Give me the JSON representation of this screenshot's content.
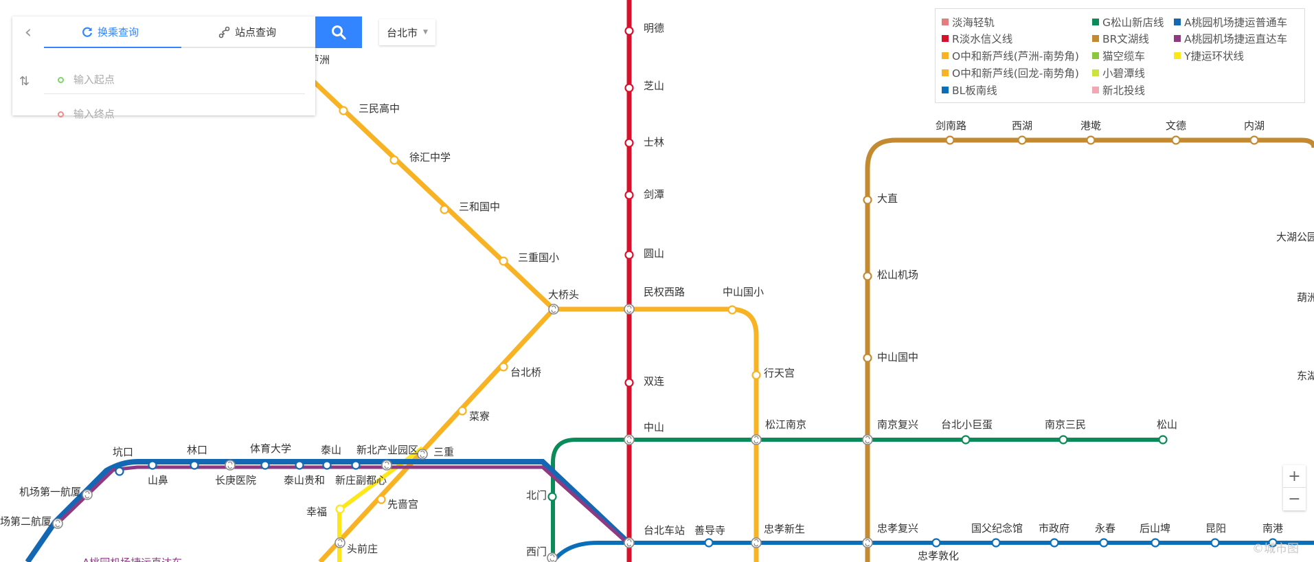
{
  "search": {
    "tab_transfer": "换乘查询",
    "tab_station": "站点查询",
    "start_placeholder": "输入起点",
    "end_placeholder": "输入终点"
  },
  "city": "台北市",
  "legend": [
    {
      "name": "淡海轻轨",
      "color": "#e27d7d"
    },
    {
      "name": "G松山新店线",
      "color": "#0b8a5a"
    },
    {
      "name": "A桃园机场捷运普通车",
      "color": "#1468b3"
    },
    {
      "name": "R淡水信义线",
      "color": "#d8102b"
    },
    {
      "name": "BR文湖线",
      "color": "#c48a32"
    },
    {
      "name": "A桃园机场捷运直达车",
      "color": "#8e3a82"
    },
    {
      "name": "O中和新芦线(芦洲-南势角)",
      "color": "#f7b323"
    },
    {
      "name": "猫空缆车",
      "color": "#8cc63f"
    },
    {
      "name": "Y捷运环状线",
      "color": "#fde619"
    },
    {
      "name": "O中和新芦线(回龙-南势角)",
      "color": "#f7b323"
    },
    {
      "name": "小碧潭线",
      "color": "#cde23a"
    },
    {
      "name": "BL板南线",
      "color": "#0a6fb8"
    },
    {
      "name": "新北投线",
      "color": "#f1a7b4"
    }
  ],
  "stations": {
    "mingde": "明德",
    "zhishan": "芝山",
    "shilin": "士林",
    "jiantan": "剑潭",
    "yuanshan": "圆山",
    "minquan_w": "民权西路",
    "shuanglian": "双连",
    "zhongshan": "中山",
    "taipei_main": "台北车站",
    "zhongshan_es": "中山国小",
    "xingtiangong": "行天宫",
    "songjiang": "松江南京",
    "zhongxiao_xs": "忠孝新生",
    "luzhou_partial": "芦洲",
    "sanmin": "三民高中",
    "xuhui": "徐汇中学",
    "sanhe": "三和国中",
    "sanchong_es": "三重国小",
    "daqiaotou": "大桥头",
    "taipei_bridge": "台北桥",
    "cailiao": "菜寮",
    "sanchong": "三重",
    "xianse": "先啬宫",
    "toucian": "头前庄",
    "xingfu": "幸福",
    "xinzhuang_sub": "新庄副都心",
    "xinbei_ind": "新北产业园区",
    "taishan": "泰山",
    "taishan_guihe": "泰山贵和",
    "tiyu": "体育大学",
    "changgeng": "长庚医院",
    "linkou": "林口",
    "shanbi": "山鼻",
    "kengkou": "坑口",
    "airport_t1": "机场第一航厦",
    "airport_t2": "场第二航厦",
    "beimen": "北门",
    "ximen": "西门",
    "shandao": "善导寺",
    "zhongxiao_fx": "忠孝复兴",
    "zhongxiao_dh": "忠孝敦化",
    "sun_yatsen": "国父纪念馆",
    "city_hall": "市政府",
    "yongchun": "永春",
    "houshanpi": "后山埤",
    "kunyang": "昆阳",
    "nangang": "南港",
    "nanjing_fx": "南京复兴",
    "taipei_arena": "台北小巨蛋",
    "nanjing_sm": "南京三民",
    "songshan": "松山",
    "jiannan": "剑南路",
    "xihu": "西湖",
    "gangqian": "港墘",
    "wende": "文德",
    "neihu": "内湖",
    "dazhi": "大直",
    "songshan_airport": "松山机场",
    "zhongshan_js": "中山国中",
    "dahu_partial": "大湖公园",
    "huzhou_partial": "葫洲",
    "donghu_partial": "东湖"
  },
  "zoom": {
    "in": "+",
    "out": "−"
  },
  "logo_text": "©城市图",
  "bottom_text": "A桃园机场捷运直达车"
}
